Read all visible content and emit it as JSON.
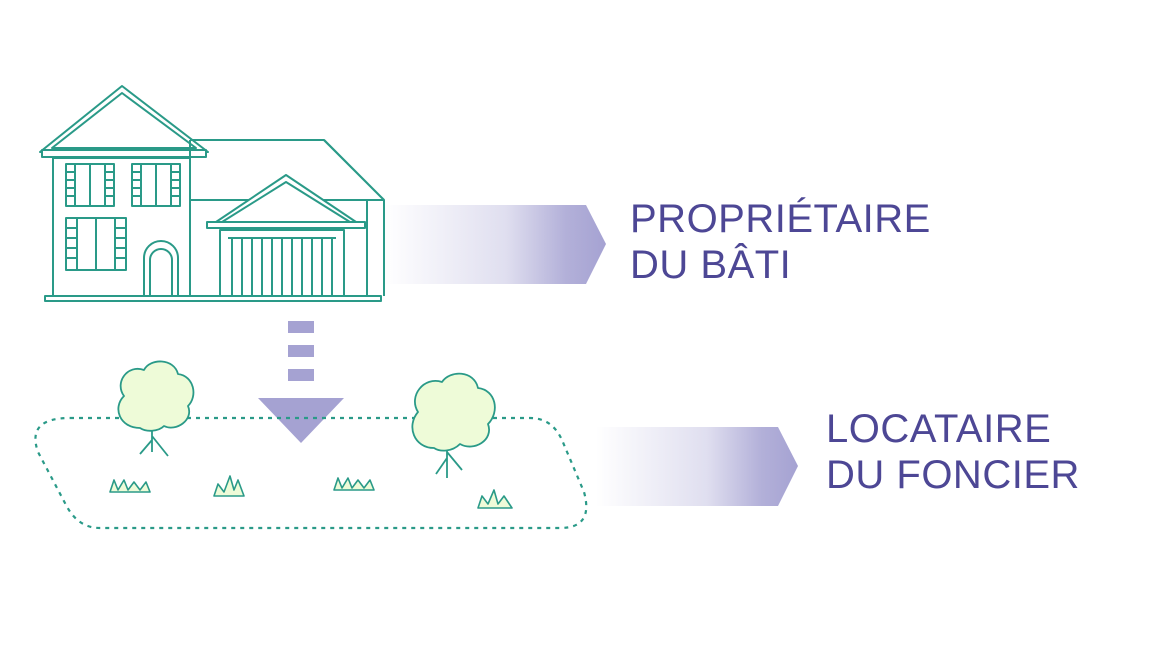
{
  "labels": {
    "bati": {
      "line1": "PROPRIÉTAIRE",
      "line2": "DU BÂTI"
    },
    "foncier": {
      "line1": "LOCATAIRE",
      "line2": "DU FONCIER"
    }
  },
  "colors": {
    "text": "#4d4795",
    "arrow": "#a5a2d2",
    "line_art": "#2a9a88",
    "foliage": "#eefbd8",
    "background": "#ffffff"
  },
  "icons": [
    "house-icon",
    "tree-icon",
    "grass-icon",
    "down-arrow-icon",
    "right-arrow-icon",
    "land-plot-outline"
  ]
}
